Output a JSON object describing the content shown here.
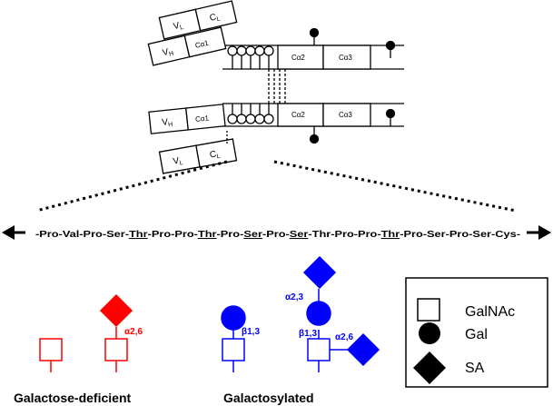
{
  "antibody": {
    "vl": "V",
    "vl_sub": "L",
    "cl": "C",
    "cl_sub": "L",
    "vh": "V",
    "vh_sub": "H",
    "ca1": "Cα1",
    "ca2": "Cα2",
    "ca3": "Cα3"
  },
  "hinge_sequence": {
    "pre": "-Pro-Val-Pro-Ser-",
    "thr1": "Thr",
    "mid1": "-Pro-Pro-",
    "thr2": "Thr",
    "mid2": "-Pro-",
    "ser1": "Ser",
    "mid3": "-Pro-",
    "ser2": "Ser",
    "mid4": "-Thr-Pro-Pro-",
    "thr3": "Thr",
    "post": "-Pro-Ser-Pro-Ser-Cys-"
  },
  "glycans": {
    "linkage_a26": "α2,6",
    "linkage_b13": "β1,3",
    "linkage_a23": "α2,3",
    "label_deficient": "Galactose-deficient",
    "label_galactosylated": "Galactosylated"
  },
  "legend": {
    "galnac": "GalNAc",
    "gal": "Gal",
    "sa": "SA"
  },
  "colors": {
    "deficient": "#ff0000",
    "galactosylated": "#0000ff",
    "outline": "#000000"
  }
}
